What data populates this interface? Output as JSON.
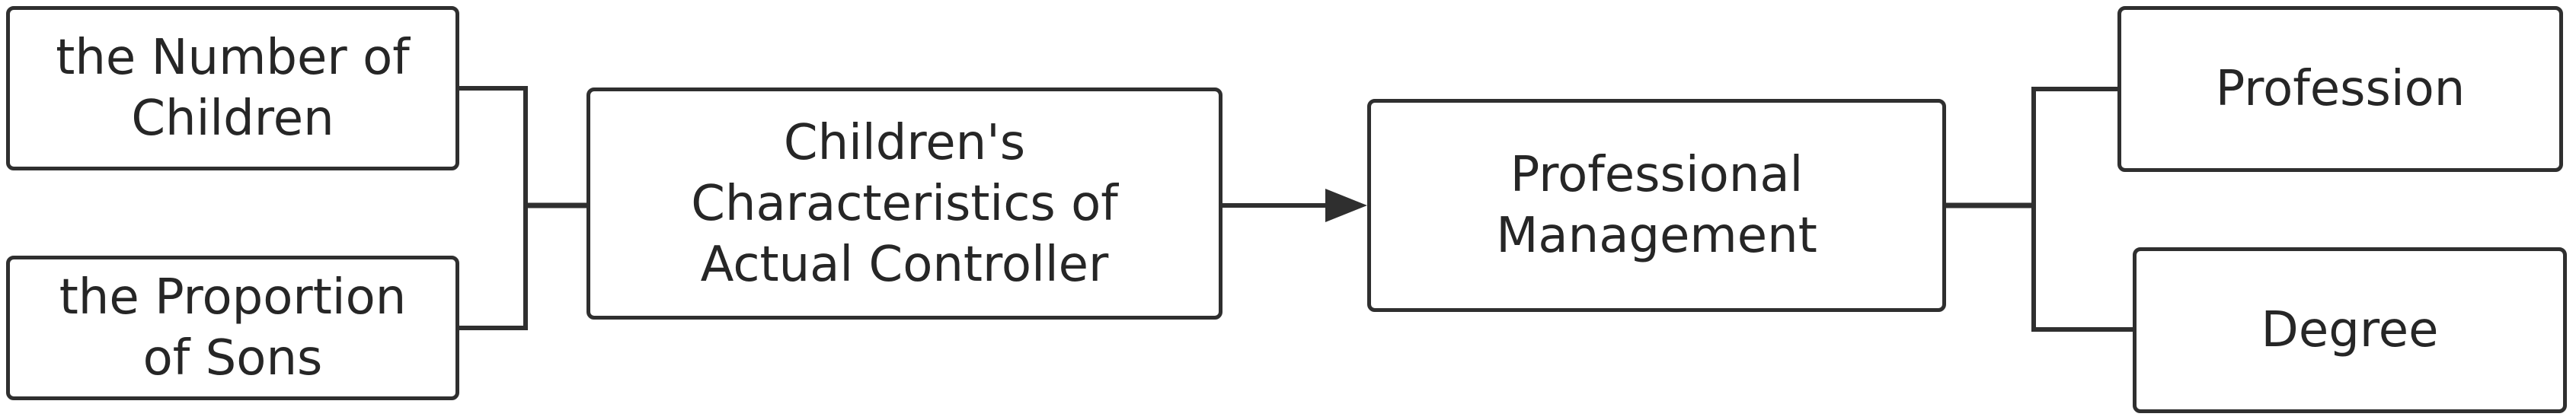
{
  "diagram": {
    "nodes": {
      "children_count": "the Number of\nChildren",
      "sons_proportion": "the Proportion\nof Sons",
      "characteristics": "Children's\nCharacteristics of\nActual Controller",
      "management": "Professional\nManagement",
      "profession": "Profession",
      "degree": "Degree"
    },
    "edges": [
      {
        "from": "children_count",
        "to": "characteristics"
      },
      {
        "from": "sons_proportion",
        "to": "characteristics"
      },
      {
        "from": "characteristics",
        "to": "management",
        "arrow": true
      },
      {
        "from": "management",
        "to": "profession"
      },
      {
        "from": "management",
        "to": "degree"
      }
    ]
  }
}
